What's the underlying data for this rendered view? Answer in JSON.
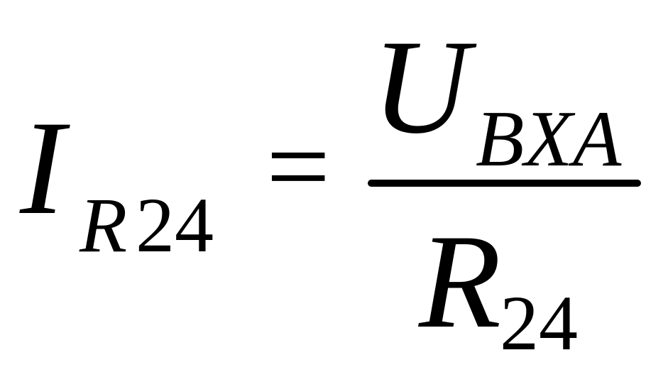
{
  "formula": {
    "lhs": {
      "symbol": "I",
      "subscript_letter": "R",
      "subscript_number": "24"
    },
    "operator": "=",
    "numerator": {
      "symbol": "U",
      "subscript": "BXA"
    },
    "denominator": {
      "symbol": "R",
      "subscript": "24"
    }
  }
}
